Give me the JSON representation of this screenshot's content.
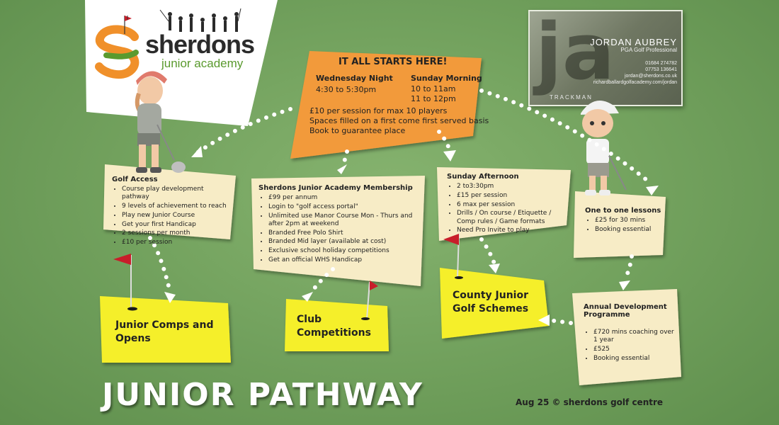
{
  "logo": {
    "name": "sherdons",
    "subtitle": "junior academy"
  },
  "business_card": {
    "name": "JORDAN AUBREY",
    "title": "PGA Golf Professional",
    "phone_1": "01684 274782",
    "phone_2": "07753 136641",
    "email": "jordan@sherdons.co.uk",
    "website": "richardballardgolfacademy.com/jordan",
    "brand": "TRACKMAN",
    "monogram": "ja"
  },
  "start_box": {
    "heading": "IT ALL STARTS HERE!",
    "wednesday": {
      "label": "Wednesday Night",
      "times": [
        "4:30 to 5:30pm"
      ]
    },
    "sunday": {
      "label": "Sunday Morning",
      "times": [
        "10 to 11am",
        "11 to 12pm"
      ]
    },
    "notes": [
      "£10 per session for max 10 players",
      "Spaces filled on a first come first served basis",
      "Book to guarantee place"
    ]
  },
  "golf_access": {
    "title": "Golf Access",
    "items": [
      "Course play development pathway",
      "9 levels of achievement to reach",
      "Play new Junior Course",
      "Get your first Handicap",
      "2 sessions per month",
      "£10 per session"
    ]
  },
  "membership": {
    "title": "Sherdons Junior Academy Membership",
    "items": [
      "£99 per annum",
      "Login to \"golf access portal\"",
      "Unlimited use Manor Course Mon - Thurs and after 2pm at weekend",
      "Branded Free Polo Shirt",
      "Branded Mid layer (available at cost)",
      "Exclusive school holiday competitions",
      "Get an official WHS Handicap"
    ]
  },
  "sunday_afternoon": {
    "title": "Sunday Afternoon",
    "items": [
      "2 to3:30pm",
      "£15 per session",
      "6 max per session",
      "Drills / On course / Etiquette / Comp rules / Game formats",
      "Need Pro Invite to play"
    ]
  },
  "one_to_one": {
    "title": "One to one lessons",
    "items": [
      "£25 for 30 mins",
      "Booking essential"
    ]
  },
  "annual_dev": {
    "title": "Annual Development Programme",
    "items": [
      "£720 mins coaching over 1 year",
      "£525",
      "Booking essential"
    ]
  },
  "destinations": {
    "junior_comps": "Junior Comps and Opens",
    "club_comps": "Club Competitions",
    "county": "County Junior Golf Schemes"
  },
  "page_title": "JUNIOR PATHWAY",
  "footer": "Aug 25 © sherdons golf centre",
  "colors": {
    "background": "#74a35f",
    "orange": "#f29a3a",
    "note": "#f7ecc6",
    "yellow": "#f5ef2a",
    "flag": "#c81e2a",
    "logo_green": "#5a9a2e",
    "logo_orange": "#f0902a"
  }
}
